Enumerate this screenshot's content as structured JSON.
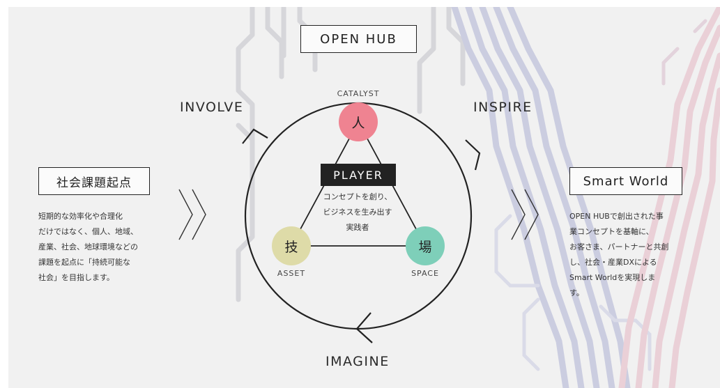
{
  "diagram": {
    "hub_label": "OPEN HUB",
    "left_box": "社会課題起点",
    "left_text": "短期的な効率化や合理化\nだけではなく、個人、地域、\n産業、社会、地球環境などの\n課題を起点に「持続可能な\n社会」を目指します。",
    "right_box": "Smart World",
    "right_text": "OPEN HUBで創出された事\n業コンセプトを基軸に、\nお客さま、パートナーと共創\nし、社会・産業DXによる\nSmart Worldを実現しま\nす。",
    "cycle": {
      "involve": "INVOLVE",
      "inspire": "INSPIRE",
      "imagine": "IMAGINE"
    },
    "player": {
      "label": "PLAYER",
      "description": "コンセプトを創り、\nビジネスを生み出す\n実践者"
    },
    "nodes": {
      "top": {
        "glyph": "人",
        "label": "CATALYST",
        "color": "#ef8391"
      },
      "left": {
        "glyph": "技",
        "label": "ASSET",
        "color": "#dedba8"
      },
      "right": {
        "glyph": "場",
        "label": "SPACE",
        "color": "#7ecfb9"
      }
    },
    "colors": {
      "background": "#f1f1f1",
      "line": "#222222",
      "deco_gray": "#d5d5d9",
      "deco_blue": "#c7c9df",
      "deco_pink": "#e8c6cf"
    }
  }
}
